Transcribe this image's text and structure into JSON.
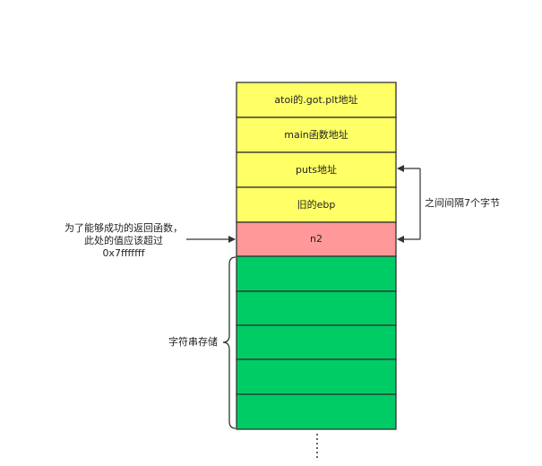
{
  "stack": {
    "cells": [
      {
        "label": "atoi的.got.plt地址",
        "color": "#ffff66"
      },
      {
        "label": "main函数地址",
        "color": "#ffff66"
      },
      {
        "label": "puts地址",
        "color": "#ffff66"
      },
      {
        "label": "旧的ebp",
        "color": "#ffff66"
      },
      {
        "label": "n2",
        "color": "#ff9999"
      },
      {
        "label": "",
        "color": "#00cc66"
      },
      {
        "label": "",
        "color": "#00cc66"
      },
      {
        "label": "",
        "color": "#00cc66"
      },
      {
        "label": "",
        "color": "#00cc66"
      },
      {
        "label": "",
        "color": "#00cc66"
      }
    ],
    "border_color": "#333333"
  },
  "annotations": {
    "gap_label": "之间间隔7个字节",
    "n2_note_line1": "为了能够成功的返回函数，",
    "n2_note_line2": "此处的值应该超过",
    "n2_note_line3": "0x7fffffff",
    "buffer_label": "字符串存储"
  }
}
